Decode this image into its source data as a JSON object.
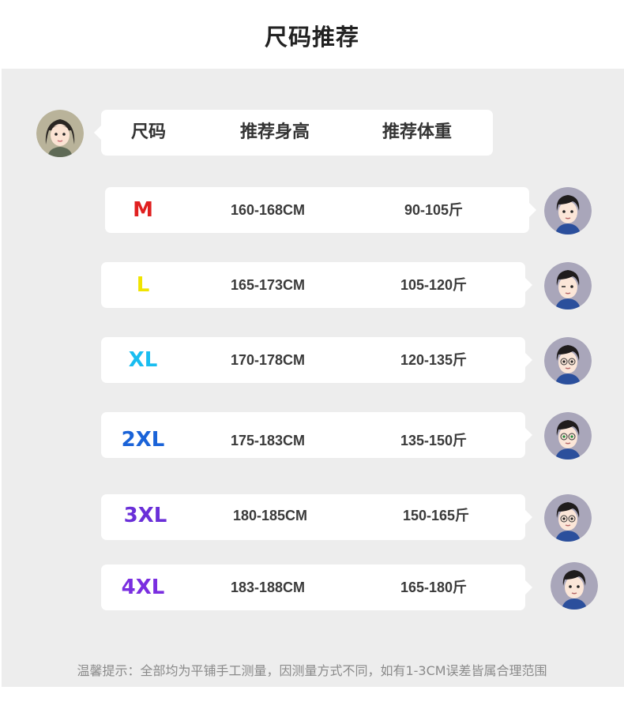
{
  "title": "尺码推荐",
  "header": {
    "col_size": "尺码",
    "col_height": "推荐身高",
    "col_weight": "推荐体重"
  },
  "rows": [
    {
      "size": "M",
      "height": "160-168CM",
      "weight": "90-105斤",
      "color": "#e02020"
    },
    {
      "size": "L",
      "height": "165-173CM",
      "weight": "105-120斤",
      "color": "#f0e400"
    },
    {
      "size": "XL",
      "height": "170-178CM",
      "weight": "120-135斤",
      "color": "#19bdf0"
    },
    {
      "size": "2XL",
      "height": "175-183CM",
      "weight": "135-150斤",
      "color": "#1a63d8"
    },
    {
      "size": "3XL",
      "height": "180-185CM",
      "weight": "150-165斤",
      "color": "#6a2fd8"
    },
    {
      "size": "4XL",
      "height": "183-188CM",
      "weight": "165-180斤",
      "color": "#7a2ee0"
    }
  ],
  "tip": "温馨提示：全部均为平铺手工测量，因测量方式不同，如有1-3CM误差皆属合理范围",
  "colors": {
    "panel_bg": "#ededed",
    "bubble_bg": "#ffffff",
    "avatar_bg": "#a9a6ba",
    "woman_avatar_bg": "#b9b39a"
  },
  "icons": [
    "woman-avatar-icon",
    "man-avatar-icon"
  ]
}
